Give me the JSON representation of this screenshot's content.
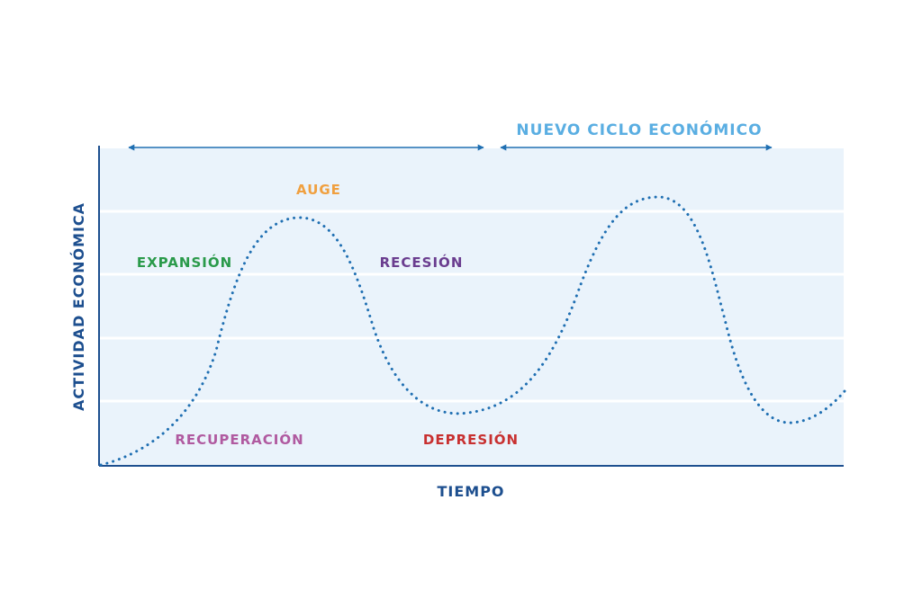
{
  "diagram": {
    "axis_y_label": "ACTIVIDAD ECONÓMICA",
    "axis_x_label": "TIEMPO",
    "new_cycle_label": "NUEVO CICLO ECONÓMICO",
    "phases": {
      "expansion": "EXPANSIÓN",
      "boom": "AUGE",
      "recession": "RECESIÓN",
      "recovery": "RECUPERACIÓN",
      "depression": "DEPRESIÓN"
    }
  },
  "colors": {
    "navy": "#1d4f8f",
    "curve": "#1f6fb2",
    "plot_bg": "#eaf3fb",
    "gridline": "#ffffff",
    "new_cycle": "#5aaee2",
    "expansion": "#2a9a4a",
    "boom": "#f0a040",
    "recession": "#6a3d8f",
    "recovery": "#b05aa0",
    "depression": "#c83030"
  }
}
